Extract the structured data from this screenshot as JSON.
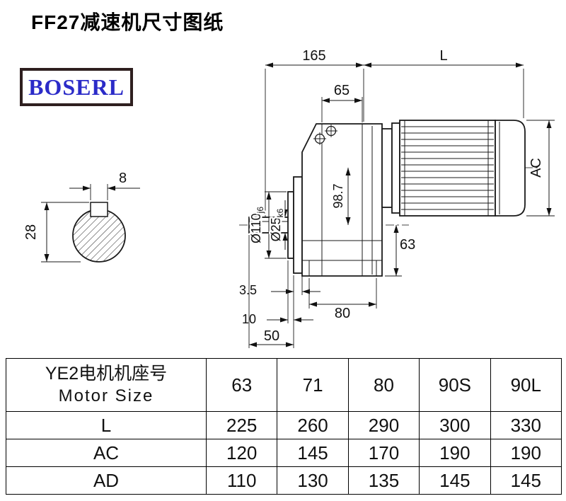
{
  "page": {
    "title": "FF27减速机尺寸图纸"
  },
  "logo": {
    "text": "BOSERL"
  },
  "drawing": {
    "dim_labels": {
      "overall_front": "165",
      "motor_length": "L",
      "top_width": "65",
      "motor_height": "AC",
      "key_width": "8",
      "section_height": "28",
      "flange_diameter": "Ø110",
      "flange_tolerance": "j6",
      "shaft_diameter": "Ø25",
      "shaft_tolerance": "k6",
      "center_distance": "98.7",
      "output_to_bottom": "63",
      "flange_thickness": "3.5",
      "spigot_length": "10",
      "shaft_length": "50",
      "base_width": "80"
    }
  },
  "table": {
    "header": {
      "line1": "YE2电机机座号",
      "line2": "Motor Size"
    },
    "columns": [
      "63",
      "71",
      "80",
      "90S",
      "90L"
    ],
    "rows": [
      {
        "label": "L",
        "values": [
          "225",
          "260",
          "290",
          "300",
          "330"
        ]
      },
      {
        "label": "AC",
        "values": [
          "120",
          "145",
          "170",
          "190",
          "190"
        ]
      },
      {
        "label": "AD",
        "values": [
          "110",
          "130",
          "135",
          "145",
          "145"
        ]
      }
    ]
  }
}
